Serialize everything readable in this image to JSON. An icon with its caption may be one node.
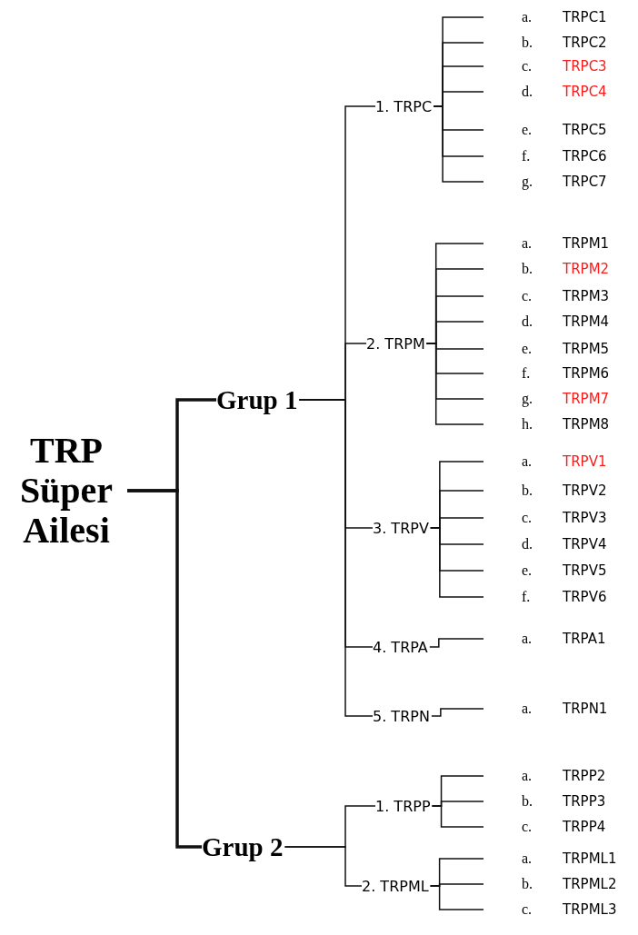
{
  "diagram": {
    "nodes": [
      {
        "text": [
          "TRP Süper Ailesi"
        ]
      },
      {
        "text": [
          "Grup 1"
        ]
      },
      {
        "text": [
          "1. TRPC"
        ]
      },
      {
        "text": [
          "a.",
          "TRPC1"
        ]
      },
      {
        "text": [
          "b.",
          "TRPC2"
        ]
      },
      {
        "text": [
          "c.",
          "TRPC3"
        ]
      },
      {
        "text": [
          "d.",
          "TRPC4"
        ]
      },
      {
        "text": [
          "e.",
          "TRPC5"
        ]
      },
      {
        "text": [
          "f.",
          "TRPC6"
        ]
      },
      {
        "text": [
          "g.",
          "TRPC7"
        ]
      },
      {
        "text": [
          "2. TRPM"
        ]
      },
      {
        "text": [
          "a.",
          "TRPM1"
        ]
      },
      {
        "text": [
          "b.",
          "TRPM2"
        ]
      },
      {
        "text": [
          "c.",
          "TRPM3"
        ]
      },
      {
        "text": [
          "d.",
          "TRPM4"
        ]
      },
      {
        "text": [
          "e.",
          "TRPM5"
        ]
      },
      {
        "text": [
          "f.",
          "TRPM6"
        ]
      },
      {
        "text": [
          "g.",
          "TRPM7"
        ]
      },
      {
        "text": [
          "h.",
          "TRPM8"
        ]
      },
      {
        "text": [
          "3. TRPV"
        ]
      },
      {
        "text": [
          "a.",
          "TRPV1"
        ]
      },
      {
        "text": [
          "b.",
          "TRPV2"
        ]
      },
      {
        "text": [
          "c.",
          "TRPV3"
        ]
      },
      {
        "text": [
          "d.",
          "TRPV4"
        ]
      },
      {
        "text": [
          "e.",
          "TRPV5"
        ]
      },
      {
        "text": [
          "f.",
          "TRPV6"
        ]
      },
      {
        "text": [
          "4. TRPA"
        ]
      },
      {
        "text": [
          "a.",
          "TRPA1"
        ]
      },
      {
        "text": [
          "5. TRPN"
        ]
      },
      {
        "text": [
          "a.",
          "TRPN1"
        ]
      },
      {
        "text": [
          "Grup 2"
        ]
      },
      {
        "text": [
          "1. TRPP"
        ]
      },
      {
        "text": [
          "a.",
          "TRPP2"
        ]
      },
      {
        "text": [
          "b.",
          "TRPP3"
        ]
      },
      {
        "text": [
          "c.",
          "TRPP4"
        ]
      },
      {
        "text": [
          "2. TRPML"
        ]
      },
      {
        "text": [
          "a.",
          "TRPML1"
        ]
      },
      {
        "text": [
          "b.",
          "TRPML2"
        ]
      },
      {
        "text": [
          "c.",
          "TRPML3"
        ]
      }
    ],
    "edges": [
      {
        "from": 0,
        "to": 1,
        "arrow": "none",
        "style": "thick"
      },
      {
        "from": 0,
        "to": 30,
        "arrow": "none",
        "style": "thick"
      },
      {
        "from": 1,
        "to": 2,
        "arrow": "none"
      },
      {
        "from": 1,
        "to": 10,
        "arrow": "none"
      },
      {
        "from": 1,
        "to": 19,
        "arrow": "none"
      },
      {
        "from": 1,
        "to": 26,
        "arrow": "none"
      },
      {
        "from": 1,
        "to": 28,
        "arrow": "none"
      },
      {
        "from": 2,
        "to": 3,
        "arrow": "none"
      },
      {
        "from": 2,
        "to": 4,
        "arrow": "none"
      },
      {
        "from": 2,
        "to": 5,
        "arrow": "none"
      },
      {
        "from": 2,
        "to": 6,
        "arrow": "none"
      },
      {
        "from": 2,
        "to": 7,
        "arrow": "none"
      },
      {
        "from": 2,
        "to": 8,
        "arrow": "none"
      },
      {
        "from": 2,
        "to": 9,
        "arrow": "none"
      },
      {
        "from": 10,
        "to": 11,
        "arrow": "none"
      },
      {
        "from": 10,
        "to": 12,
        "arrow": "none"
      },
      {
        "from": 10,
        "to": 13,
        "arrow": "none"
      },
      {
        "from": 10,
        "to": 14,
        "arrow": "none"
      },
      {
        "from": 10,
        "to": 15,
        "arrow": "none"
      },
      {
        "from": 10,
        "to": 16,
        "arrow": "none"
      },
      {
        "from": 10,
        "to": 17,
        "arrow": "none"
      },
      {
        "from": 10,
        "to": 18,
        "arrow": "none"
      },
      {
        "from": 19,
        "to": 20,
        "arrow": "none"
      },
      {
        "from": 19,
        "to": 21,
        "arrow": "none"
      },
      {
        "from": 19,
        "to": 22,
        "arrow": "none"
      },
      {
        "from": 19,
        "to": 23,
        "arrow": "none"
      },
      {
        "from": 19,
        "to": 24,
        "arrow": "none"
      },
      {
        "from": 19,
        "to": 25,
        "arrow": "none"
      },
      {
        "from": 26,
        "to": 27,
        "arrow": "none"
      },
      {
        "from": 28,
        "to": 29,
        "arrow": "none"
      },
      {
        "from": 30,
        "to": 31,
        "arrow": "none"
      },
      {
        "from": 30,
        "to": 35,
        "arrow": "none"
      },
      {
        "from": 31,
        "to": 32,
        "arrow": "none"
      },
      {
        "from": 31,
        "to": 33,
        "arrow": "none"
      },
      {
        "from": 31,
        "to": 34,
        "arrow": "none"
      },
      {
        "from": 35,
        "to": 36,
        "arrow": "none"
      },
      {
        "from": 35,
        "to": 37,
        "arrow": "none"
      },
      {
        "from": 35,
        "to": 38,
        "arrow": "none"
      }
    ]
  }
}
